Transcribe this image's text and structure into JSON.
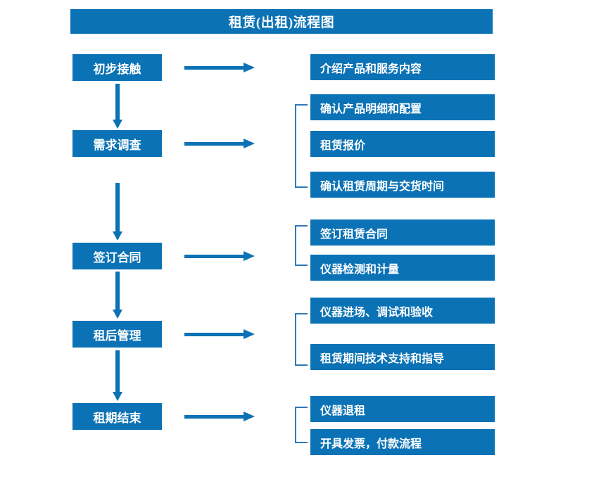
{
  "chart_data": {
    "type": "diagram",
    "diagram_type": "flowchart",
    "title": "租赁(出租)流程图",
    "orientation": "vertical-stages-with-horizontal-details",
    "stage_count": 5,
    "detail_count": 10
  },
  "title": {
    "text": "租赁(出租)流程图"
  },
  "colors": {
    "brand_blue": "#0B72B5",
    "bracket_blue": "#2E78B8",
    "box_text": "#FFFFFF",
    "background": "#FFFFFF"
  },
  "stages": [
    {
      "id": "stage-1",
      "label": "初步接触"
    },
    {
      "id": "stage-2",
      "label": "需求调查"
    },
    {
      "id": "stage-3",
      "label": "签订合同"
    },
    {
      "id": "stage-4",
      "label": "租后管理"
    },
    {
      "id": "stage-5",
      "label": "租期结束"
    }
  ],
  "details": [
    {
      "id": "detail-1",
      "label": "介绍产品和服务内容",
      "stage": "初步接触"
    },
    {
      "id": "detail-2",
      "label": "确认产品明细和配置",
      "stage": "需求调查"
    },
    {
      "id": "detail-3",
      "label": "租赁报价",
      "stage": "需求调查"
    },
    {
      "id": "detail-4",
      "label": "确认租赁周期与交货时间",
      "stage": "需求调查"
    },
    {
      "id": "detail-5",
      "label": "签订租赁合同",
      "stage": "签订合同"
    },
    {
      "id": "detail-6",
      "label": "仪器检测和计量",
      "stage": "签订合同"
    },
    {
      "id": "detail-7",
      "label": "仪器进场、调试和验收",
      "stage": "租后管理"
    },
    {
      "id": "detail-8",
      "label": "租赁期间技术支持和指导",
      "stage": "租后管理"
    },
    {
      "id": "detail-9",
      "label": "仪器退租",
      "stage": "租期结束"
    },
    {
      "id": "detail-10",
      "label": "开具发票，付款流程",
      "stage": "租期结束"
    }
  ],
  "connectors": {
    "horizontal_arrow_count": 5,
    "vertical_arrow_count": 4,
    "bracket_count": 4
  }
}
